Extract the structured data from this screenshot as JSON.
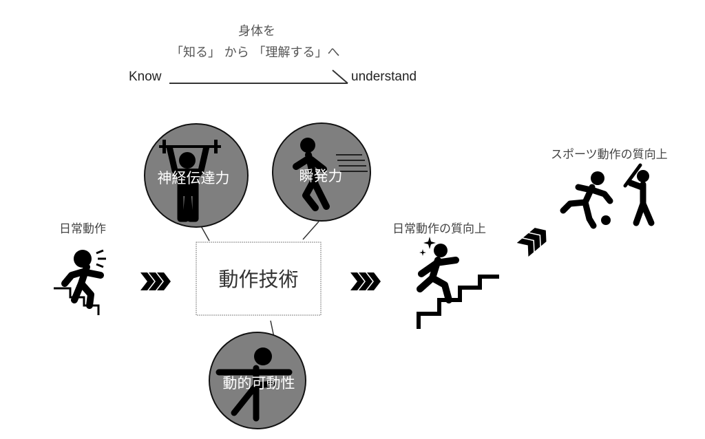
{
  "header": {
    "line1": "身体を",
    "line2": "「知る」 から 「理解する」へ",
    "know": "Know",
    "understand": "understand"
  },
  "flow": {
    "daily_motion": "日常動作",
    "technique": "動作技術",
    "daily_quality": "日常動作の質向上",
    "sports_quality": "スポーツ動作の質向上"
  },
  "factors": {
    "neural": "神経伝達力",
    "power": "瞬発力",
    "mobility": "動的可動性"
  },
  "colors": {
    "bubble_fill": "#7f7f7f",
    "ink": "#000000",
    "text": "#333333",
    "box_border": "#7f7f7f"
  }
}
